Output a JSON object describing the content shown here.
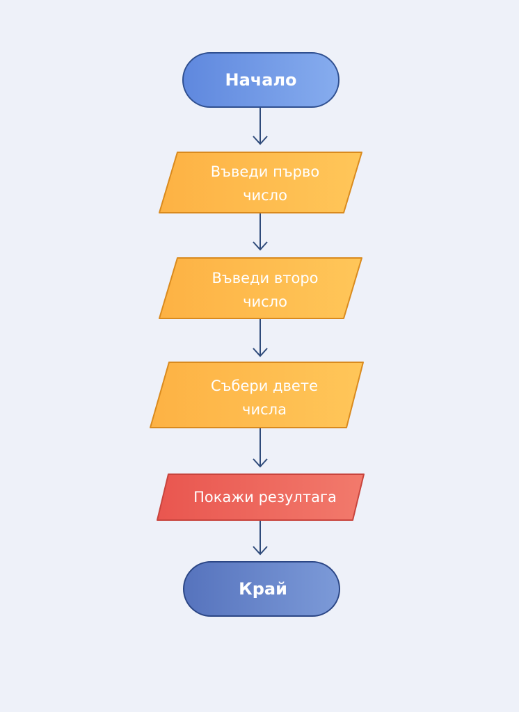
{
  "flowchart": {
    "colors": {
      "background": "#eef1f9",
      "terminal_start": "#6f98e6",
      "terminal_end": "#6683c9",
      "io": "#fdb84a",
      "output": "#ee6a5f",
      "connector": "#2e4a7a"
    },
    "nodes": [
      {
        "id": "start",
        "type": "terminal",
        "label": "Начало",
        "lines": [
          "Начало"
        ]
      },
      {
        "id": "input1",
        "type": "io",
        "label": "Въведи първо число",
        "lines": [
          "Въведи първо",
          "число"
        ]
      },
      {
        "id": "input2",
        "type": "io",
        "label": "Въведи второ число",
        "lines": [
          "Въведи второ",
          "число"
        ]
      },
      {
        "id": "sum",
        "type": "io",
        "label": "Събери двете числа",
        "lines": [
          "Събери двете",
          "числа"
        ]
      },
      {
        "id": "output",
        "type": "io-output",
        "label": "Покажи резултага",
        "lines": [
          "Покажи резултага"
        ]
      },
      {
        "id": "end",
        "type": "terminal",
        "label": "Край",
        "lines": [
          "Край"
        ]
      }
    ],
    "edges": [
      {
        "from": "start",
        "to": "input1"
      },
      {
        "from": "input1",
        "to": "input2"
      },
      {
        "from": "input2",
        "to": "sum"
      },
      {
        "from": "sum",
        "to": "output"
      },
      {
        "from": "output",
        "to": "end"
      }
    ]
  }
}
